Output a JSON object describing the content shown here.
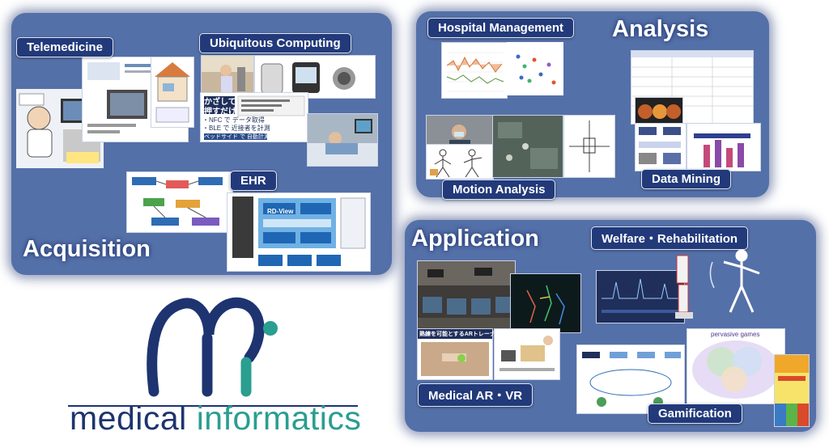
{
  "sections": {
    "acquisition": {
      "title": "Acquisition",
      "labels": {
        "telemedicine": "Telemedicine",
        "ubiquitous": "Ubiquitous Computing",
        "ehr": "EHR"
      }
    },
    "analysis": {
      "title": "Analysis",
      "labels": {
        "hospital": "Hospital Management",
        "motion": "Motion Analysis",
        "datamining": "Data Mining"
      }
    },
    "application": {
      "title": "Application",
      "labels": {
        "welfare": "Welfare・Rehabilitation",
        "medical_ar": "Medical AR・VR",
        "gamification": "Gamification"
      }
    }
  },
  "logo": {
    "word1": "medical",
    "word2": "informatics"
  },
  "thumbnail_text": {
    "phone_line1": "かざして",
    "phone_line2": "押すだけ",
    "nfc_line": "・NFC で データ取得",
    "ble_line": "・BLE で 近接者を計測",
    "bedside": "ベッドサイド で 自動計測",
    "ehr_view": "RD-View",
    "ar_trainer": "熟練を可能とするARトレーナー",
    "pervasive": "pervasive games"
  },
  "colors": {
    "panel": "#5470a8",
    "label_bg": "#223a7a",
    "logo_navy": "#1d3470",
    "logo_teal": "#2a9e8f"
  }
}
